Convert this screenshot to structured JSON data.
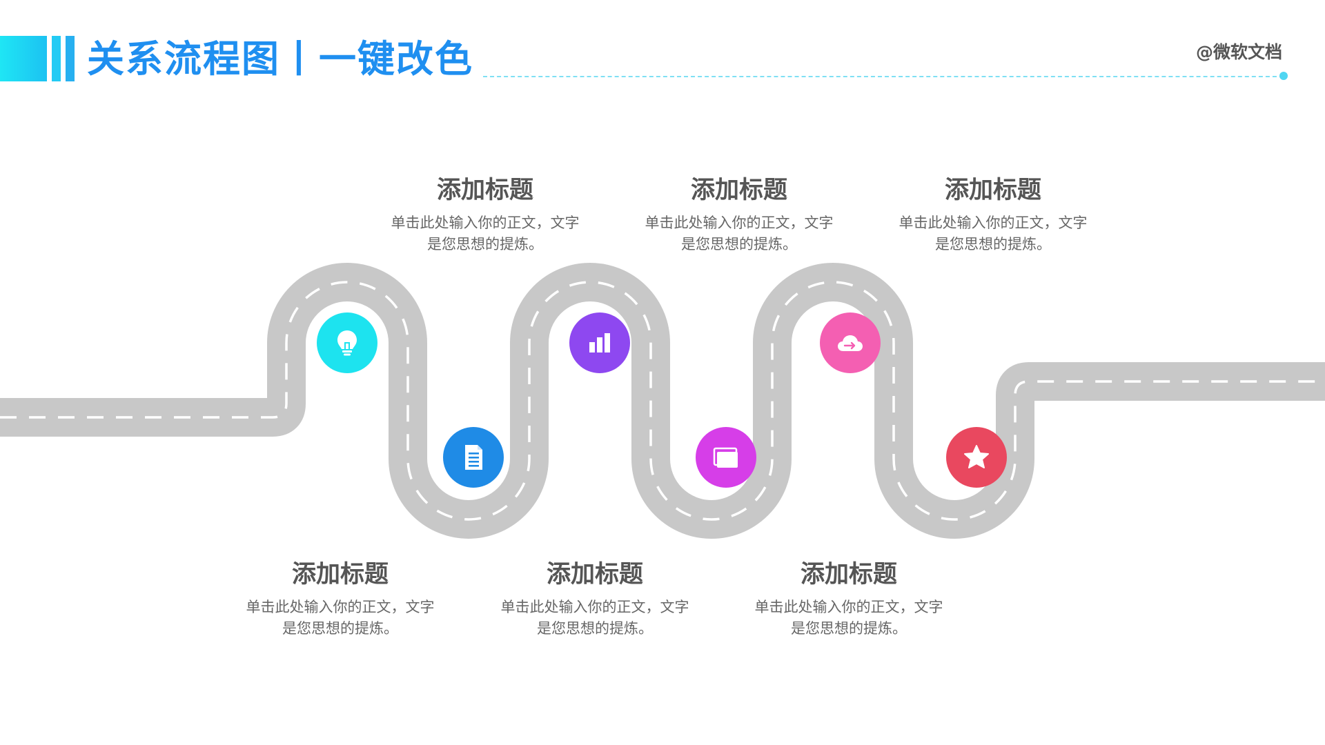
{
  "header": {
    "title": "关系流程图丨一键改色",
    "watermark": "@微软文档"
  },
  "colors": {
    "title": "#1f8ff0",
    "road": "#c8c8c8",
    "road_marking": "#ffffff",
    "text_heading": "#555555",
    "text_body": "#666666"
  },
  "steps": [
    {
      "icon": "lightbulb-icon",
      "color": "#1de3ef",
      "title": "添加标题",
      "desc": "单击此处输入你的正文，文字是您思想的提炼。"
    },
    {
      "icon": "document-icon",
      "color": "#1f8be6",
      "title": "添加标题",
      "desc": "单击此处输入你的正文，文字是您思想的提炼。"
    },
    {
      "icon": "bar-chart-icon",
      "color": "#8e48f0",
      "title": "添加标题",
      "desc": "单击此处输入你的正文，文字是您思想的提炼。"
    },
    {
      "icon": "folder-icon",
      "color": "#d63ee8",
      "title": "添加标题",
      "desc": "单击此处输入你的正文，文字是您思想的提炼。"
    },
    {
      "icon": "cloud-share-icon",
      "color": "#f45fb2",
      "title": "添加标题",
      "desc": "单击此处输入你的正文，文字是您思想的提炼。"
    },
    {
      "icon": "star-icon",
      "color": "#e9485f",
      "title": "添加标题",
      "desc": "单击此处输入你的正文，文字是您思想的提炼。"
    }
  ]
}
